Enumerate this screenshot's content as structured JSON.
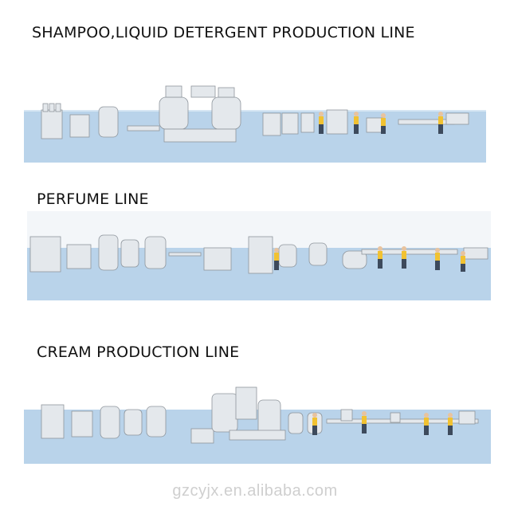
{
  "sections": [
    {
      "title": "SHAMPOO,LIQUID DETERGENT PRODUCTION LINE"
    },
    {
      "title": "PERFUME LINE"
    },
    {
      "title": "CREAM PRODUCTION LINE"
    }
  ],
  "watermark": "gzcyjx.en.alibaba.com",
  "colors": {
    "floor": "#b9d3ea",
    "floor_edge": "#a6c4e0",
    "machine": "#e4e8ec",
    "machine_dark": "#8e959c",
    "worker_shirt": "#f1c232",
    "worker_pants": "#3d4a5c"
  }
}
